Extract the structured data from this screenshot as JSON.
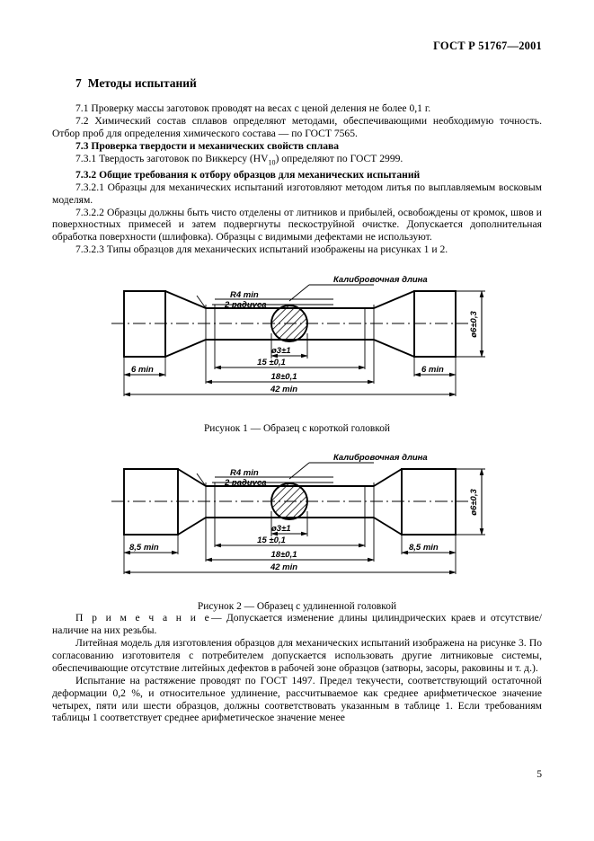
{
  "header": {
    "standard": "ГОСТ Р 51767—2001"
  },
  "section": {
    "number": "7",
    "title": "Методы испытаний"
  },
  "paragraphs": [
    {
      "id": "p_7_1",
      "text": "7.1  Проверку массы заготовок проводят на весах с ценой деления не более 0,1 г.",
      "bold": false
    },
    {
      "id": "p_7_2",
      "text": "7.2  Химический состав сплавов определяют методами, обеспечивающими необходимую точность. Отбор проб для определения химического состава — по ГОСТ 7565.",
      "bold": false
    },
    {
      "id": "p_7_3",
      "text": "7.3  Проверка твердости и механических свойств сплава",
      "bold": true
    },
    {
      "id": "p_7_3_1",
      "text": "7.3.1  Твердость заготовок по Виккерсу (HV",
      "sub": "10",
      "text_after": ") определяют по ГОСТ 2999.",
      "bold": false
    },
    {
      "id": "p_7_3_2",
      "text": "7.3.2  Общие требования к отбору образцов для механических испытаний",
      "bold": true
    },
    {
      "id": "p_7_3_2_1",
      "text": "7.3.2.1  Образцы для механических испытаний изготовляют методом литья по выплавляемым восковым моделям.",
      "bold": false
    },
    {
      "id": "p_7_3_2_2",
      "text": "7.3.2.2  Образцы должны быть чисто отделены от литников и прибылей, освобождены от кромок, швов и поверхностных примесей и затем подвергнуты пескоструйной очистке. Допускается дополнительная обработка поверхности (шлифовка). Образцы с видимыми дефектами не используют.",
      "bold": false
    },
    {
      "id": "p_7_3_2_3",
      "text": "7.3.2.3  Типы образцов для механических испытаний изображены на рисунках 1 и 2.",
      "bold": false
    }
  ],
  "figures": [
    {
      "id": "figure-1",
      "caption": "Рисунок 1 — Образец с короткой головкой",
      "callout_radius_line1": "R4 min",
      "callout_radius_line2": "2 радиуса",
      "callout_gauge": "Калибровочная длина",
      "dim_head_left": "6 min",
      "dim_head_right": "6 min",
      "dim_diameter": "ø3±1",
      "dim_gauge": "15 ±0,1",
      "dim_mid": "18±0,1",
      "dim_total": "42 min",
      "dim_vertical": "ø6±0,3"
    },
    {
      "id": "figure-2",
      "caption": "Рисунок 2 — Образец с удлиненной головкой",
      "callout_radius_line1": "R4 min",
      "callout_radius_line2": "2 радиуса",
      "callout_gauge": "Калибровочная длина",
      "dim_head_left": "8,5 min",
      "dim_head_right": "8,5 min",
      "dim_diameter": "ø3±1",
      "dim_gauge": "15 ±0,1",
      "dim_mid": "18±0,1",
      "dim_total": "42 min",
      "dim_vertical": "ø6±0,3"
    }
  ],
  "note": {
    "label": "П р и м е ч а н и е",
    "dash": "—",
    "text": "Допускается изменение длины цилиндрических краев и отсутствие/наличие на них резьбы."
  },
  "closing_paragraphs": [
    {
      "id": "p_model",
      "text": "Литейная модель для изготовления образцов для механических испытаний изображена на рисунке 3. По согласованию изготовителя с потребителем допускается использовать другие литниковые системы, обеспечивающие отсутствие литейных дефектов в рабочей зоне образцов (затворы, засоры, раковины и т. д.)."
    },
    {
      "id": "p_tensile",
      "text": "Испытание на растяжение проводят по ГОСТ 1497. Предел текучести, соответствующий остаточной деформации 0,2 %,  и относительное удлинение, рассчитываемое как среднее арифметическое значение четырех, пяти или шести образцов, должны соответствовать указанным в таблице 1. Если требованиям таблицы 1 соответствует среднее арифметическое значение менее"
    }
  ],
  "page_number": "5"
}
